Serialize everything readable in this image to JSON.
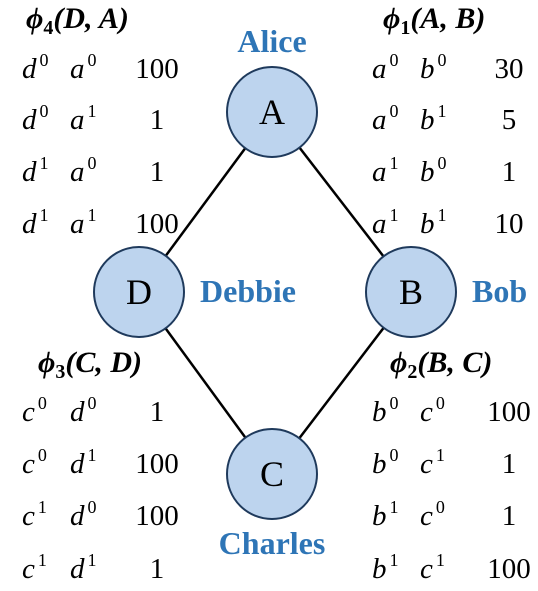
{
  "colors": {
    "node_fill": "#bdd4ee",
    "label_color": "#2e75b6"
  },
  "nodes": [
    {
      "id": "A",
      "letter": "A",
      "person": "Alice"
    },
    {
      "id": "B",
      "letter": "B",
      "person": "Bob"
    },
    {
      "id": "C",
      "letter": "C",
      "person": "Charles"
    },
    {
      "id": "D",
      "letter": "D",
      "person": "Debbie"
    }
  ],
  "edges": [
    [
      "A",
      "B"
    ],
    [
      "B",
      "C"
    ],
    [
      "C",
      "D"
    ],
    [
      "D",
      "A"
    ]
  ],
  "factors": [
    {
      "id": "phi1",
      "symbol": "ϕ",
      "subscript": "1",
      "args": "(A, B)",
      "vars": [
        "a",
        "b"
      ],
      "rows": [
        {
          "assign": [
            "0",
            "0"
          ],
          "value": "30"
        },
        {
          "assign": [
            "0",
            "1"
          ],
          "value": "5"
        },
        {
          "assign": [
            "1",
            "0"
          ],
          "value": "1"
        },
        {
          "assign": [
            "1",
            "1"
          ],
          "value": "10"
        }
      ]
    },
    {
      "id": "phi2",
      "symbol": "ϕ",
      "subscript": "2",
      "args": "(B, C)",
      "vars": [
        "b",
        "c"
      ],
      "rows": [
        {
          "assign": [
            "0",
            "0"
          ],
          "value": "100"
        },
        {
          "assign": [
            "0",
            "1"
          ],
          "value": "1"
        },
        {
          "assign": [
            "1",
            "0"
          ],
          "value": "1"
        },
        {
          "assign": [
            "1",
            "1"
          ],
          "value": "100"
        }
      ]
    },
    {
      "id": "phi3",
      "symbol": "ϕ",
      "subscript": "3",
      "args": "(C, D)",
      "vars": [
        "c",
        "d"
      ],
      "rows": [
        {
          "assign": [
            "0",
            "0"
          ],
          "value": "1"
        },
        {
          "assign": [
            "0",
            "1"
          ],
          "value": "100"
        },
        {
          "assign": [
            "1",
            "0"
          ],
          "value": "100"
        },
        {
          "assign": [
            "1",
            "1"
          ],
          "value": "1"
        }
      ]
    },
    {
      "id": "phi4",
      "symbol": "ϕ",
      "subscript": "4",
      "args": "(D, A)",
      "vars": [
        "d",
        "a"
      ],
      "rows": [
        {
          "assign": [
            "0",
            "0"
          ],
          "value": "100"
        },
        {
          "assign": [
            "0",
            "1"
          ],
          "value": "1"
        },
        {
          "assign": [
            "1",
            "0"
          ],
          "value": "1"
        },
        {
          "assign": [
            "1",
            "1"
          ],
          "value": "100"
        }
      ]
    }
  ]
}
